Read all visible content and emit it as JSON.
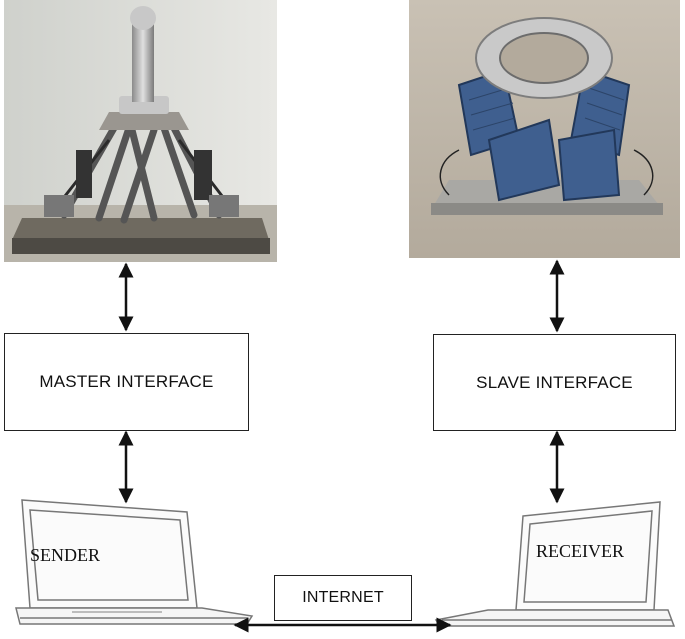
{
  "master": {
    "label": "MASTER INTERFACE"
  },
  "slave": {
    "label": "SLAVE INTERFACE"
  },
  "sender": {
    "label": "SENDER"
  },
  "receiver": {
    "label": "RECEIVER"
  },
  "internet": {
    "label": "INTERNET"
  },
  "colors": {
    "line": "#111111",
    "robot_blue": "#3f5f8f",
    "metal": "#b9b9b9"
  }
}
